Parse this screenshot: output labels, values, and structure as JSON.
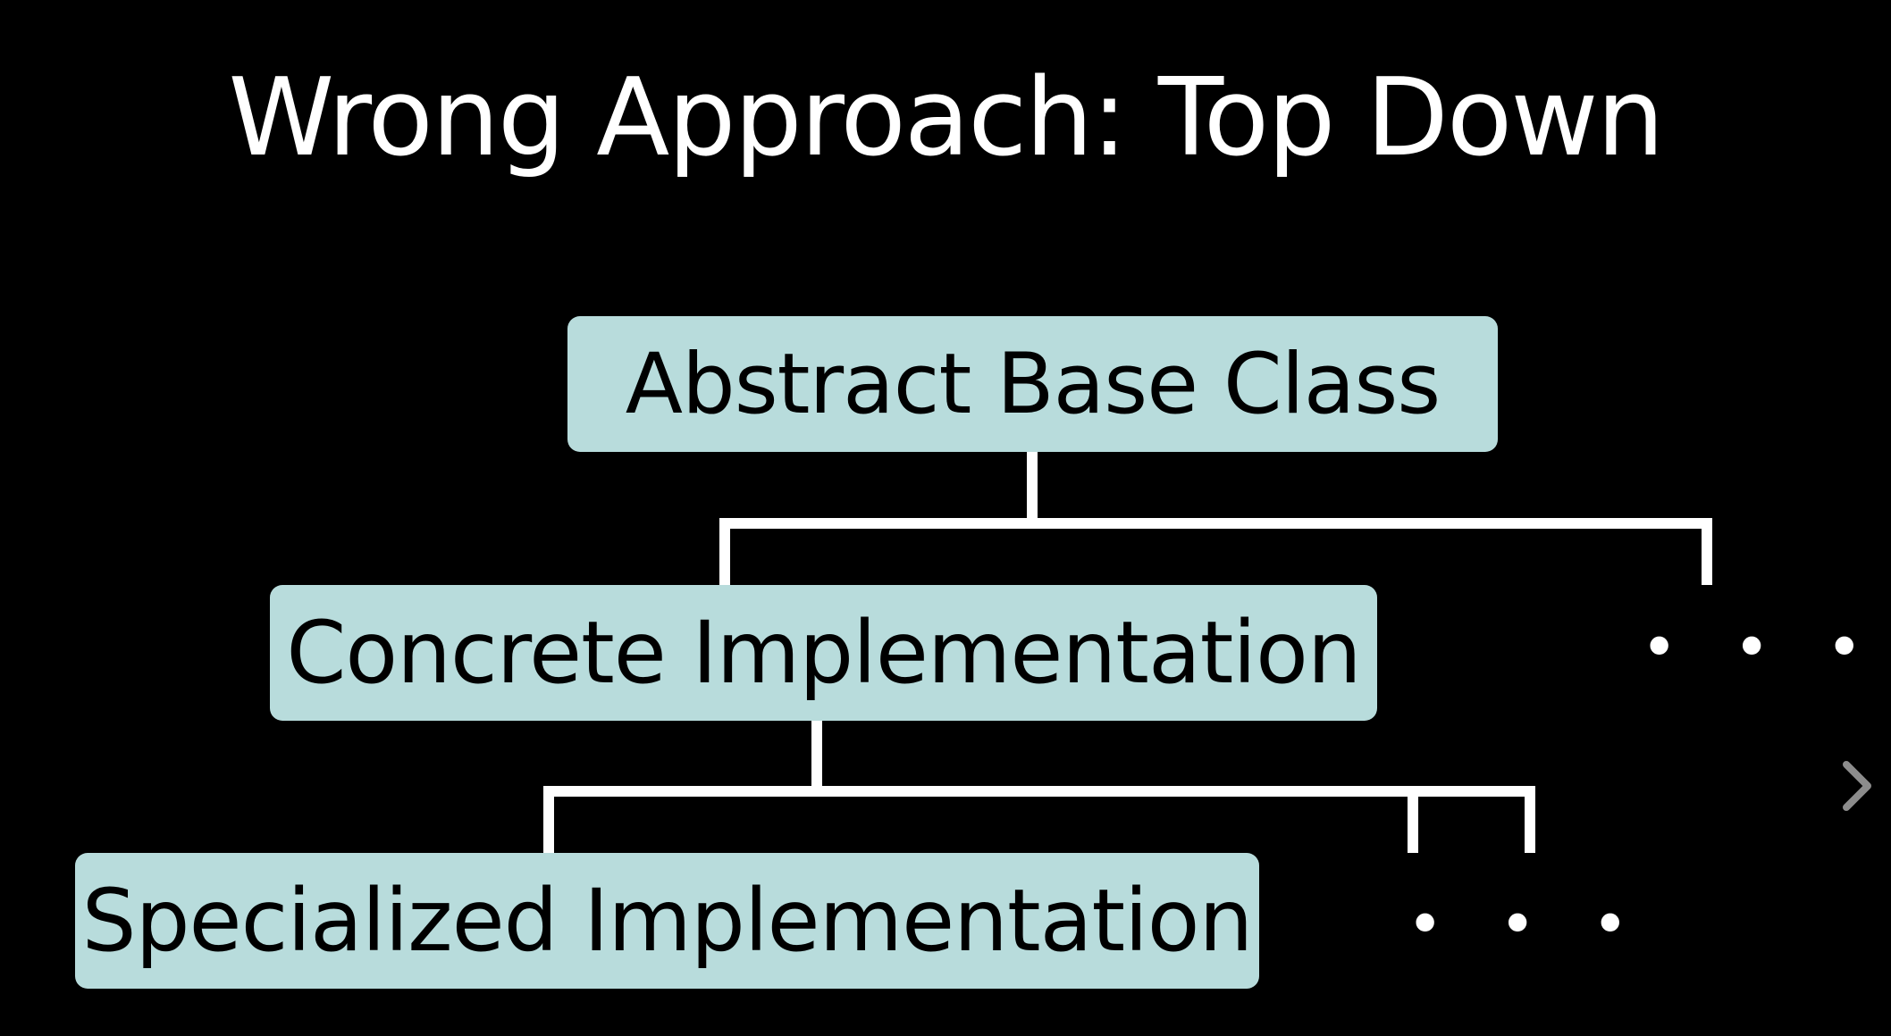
{
  "slide": {
    "title": "Wrong Approach: Top Down",
    "nodes": {
      "abstract": "Abstract Base Class",
      "concrete": "Concrete Implementation",
      "specialized": "Specialized Implementation"
    },
    "ellipsis_1": "• • •",
    "ellipsis_2": "• • •"
  },
  "controls": {
    "next_icon": "chevron-right-icon"
  },
  "colors": {
    "background": "#000000",
    "box_fill": "#b8dcdc",
    "line": "#ffffff",
    "arrow": "#8c8c8c"
  }
}
